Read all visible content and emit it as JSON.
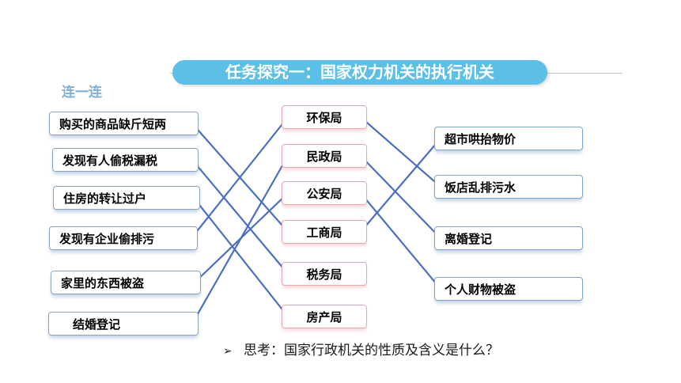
{
  "title": "任务探究一：国家权力机关的执行机关",
  "subtitle": "连一连",
  "left_items": [
    "购买的商品缺斤短两",
    "发现有人偷税漏税",
    "住房的转让过户",
    "发现有企业偷排污",
    "家里的东西被盗",
    "结婚登记"
  ],
  "middle_items": [
    "环保局",
    "民政局",
    "公安局",
    "工商局",
    "税务局",
    "房产局"
  ],
  "right_items": [
    "超市哄抬物价",
    "饭店乱排污水",
    "离婚登记",
    "个人财物被盗"
  ],
  "connections": {
    "left_to_middle": [
      [
        0,
        3
      ],
      [
        1,
        4
      ],
      [
        2,
        5
      ],
      [
        3,
        0
      ],
      [
        4,
        2
      ],
      [
        5,
        1
      ]
    ],
    "middle_to_right": [
      [
        0,
        1
      ],
      [
        1,
        2
      ],
      [
        2,
        3
      ],
      [
        3,
        0
      ]
    ]
  },
  "line_color": "#4a6fc2",
  "accent_color": "#5bbfe6",
  "question": {
    "arrow": "➢",
    "text": "思考：国家行政机关的性质及含义是什么？"
  }
}
